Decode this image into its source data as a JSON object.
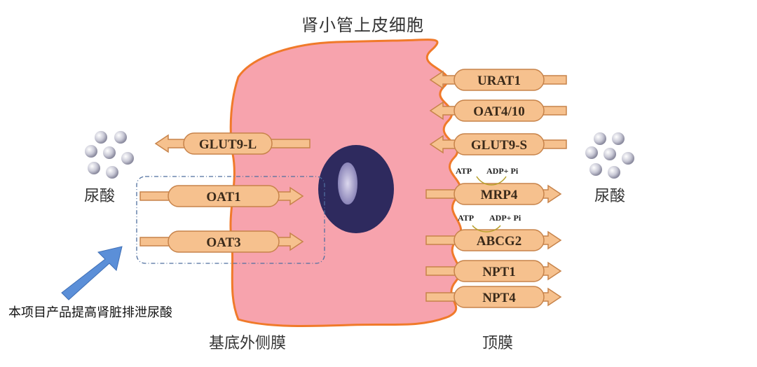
{
  "title": "肾小管上皮细胞",
  "labels": {
    "basolateral": "基底外侧膜",
    "apical": "顶膜",
    "uric_acid_left": "尿酸",
    "uric_acid_right": "尿酸",
    "note": "本项目产品提高肾脏排泄尿酸"
  },
  "transporters": {
    "glut9l": "GLUT9-L",
    "oat1": "OAT1",
    "oat3": "OAT3",
    "urat1": "URAT1",
    "oat410": "OAT4/10",
    "glut9s": "GLUT9-S",
    "mrp4": "MRP4",
    "abcg2": "ABCG2",
    "npt1": "NPT1",
    "npt4": "NPT4"
  },
  "atp": {
    "mrp4_atp": "ATP",
    "mrp4_adp": "ADP+ Pi",
    "abcg2_atp": "ATP",
    "abcg2_adp": "ADP+ Pi"
  },
  "colors": {
    "cell_fill": "#f7a3ad",
    "cell_border": "#f07a2a",
    "transporter_fill": "#f6c18e",
    "transporter_border": "#c7834a",
    "nucleus": "#2e2a5e",
    "highlight_arrow": "#5b8fd8"
  }
}
